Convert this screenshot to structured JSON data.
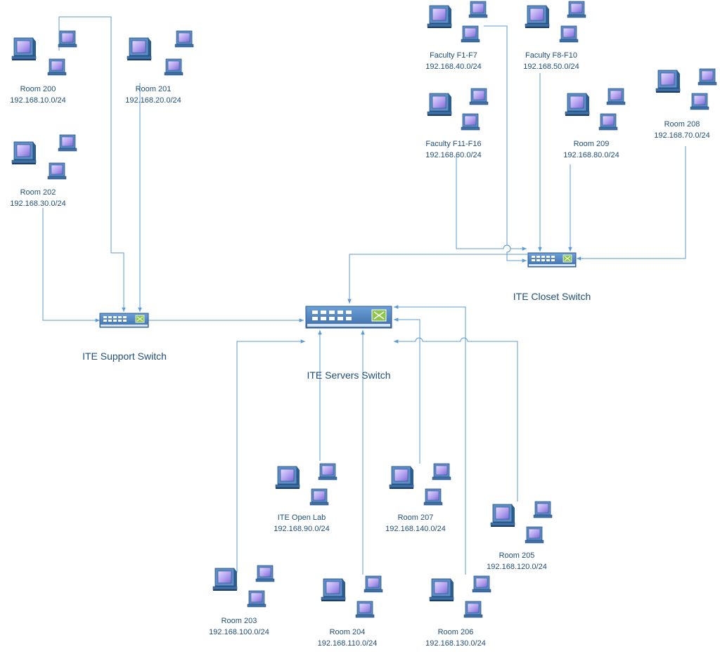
{
  "switches": [
    {
      "id": "support",
      "label": "ITE Support Switch"
    },
    {
      "id": "servers",
      "label": "ITE Servers Switch"
    },
    {
      "id": "closet",
      "label": "ITE Closet Switch"
    }
  ],
  "subnets": [
    {
      "id": "room200",
      "name": "Room 200",
      "network": "192.168.10.0/24"
    },
    {
      "id": "room201",
      "name": "Room 201",
      "network": "192.168.20.0/24"
    },
    {
      "id": "room202",
      "name": "Room 202",
      "network": "192.168.30.0/24"
    },
    {
      "id": "faculty1",
      "name": "Faculty F1-F7",
      "network": "192.168.40.0/24"
    },
    {
      "id": "faculty8",
      "name": "Faculty F8-F10",
      "network": "192.168.50.0/24"
    },
    {
      "id": "faculty11",
      "name": "Faculty F11-F16",
      "network": "192.168.60.0/24"
    },
    {
      "id": "room209",
      "name": "Room 209",
      "network": "192.168.80.0/24"
    },
    {
      "id": "room208",
      "name": "Room 208",
      "network": "192.168.70.0/24"
    },
    {
      "id": "openlab",
      "name": "ITE Open Lab",
      "network": "192.168.90.0/24"
    },
    {
      "id": "room207",
      "name": "Room 207",
      "network": "192.168.140.0/24"
    },
    {
      "id": "room205",
      "name": "Room 205",
      "network": "192.168.120.0/24"
    },
    {
      "id": "room203",
      "name": "Room 203",
      "network": "192.168.100.0/24"
    },
    {
      "id": "room204",
      "name": "Room 204",
      "network": "192.168.110.0/24"
    },
    {
      "id": "room206",
      "name": "Room 206",
      "network": "192.168.130.0/24"
    }
  ],
  "links": [
    {
      "from": "room200",
      "to": "support"
    },
    {
      "from": "room201",
      "to": "support"
    },
    {
      "from": "room202",
      "to": "support"
    },
    {
      "from": "support",
      "to": "servers"
    },
    {
      "from": "closet",
      "to": "servers"
    },
    {
      "from": "faculty1",
      "to": "closet"
    },
    {
      "from": "faculty8",
      "to": "closet"
    },
    {
      "from": "faculty11",
      "to": "closet"
    },
    {
      "from": "room209",
      "to": "closet"
    },
    {
      "from": "room208",
      "to": "closet"
    },
    {
      "from": "openlab",
      "to": "servers"
    },
    {
      "from": "room207",
      "to": "servers"
    },
    {
      "from": "room205",
      "to": "servers"
    },
    {
      "from": "room203",
      "to": "servers"
    },
    {
      "from": "room204",
      "to": "servers"
    },
    {
      "from": "room206",
      "to": "servers"
    }
  ],
  "colors": {
    "line": "#5B9BD5",
    "label": "#1F4E79",
    "switch_body": "#4A7EBB",
    "monitor_screen": "#B7A5F0"
  }
}
